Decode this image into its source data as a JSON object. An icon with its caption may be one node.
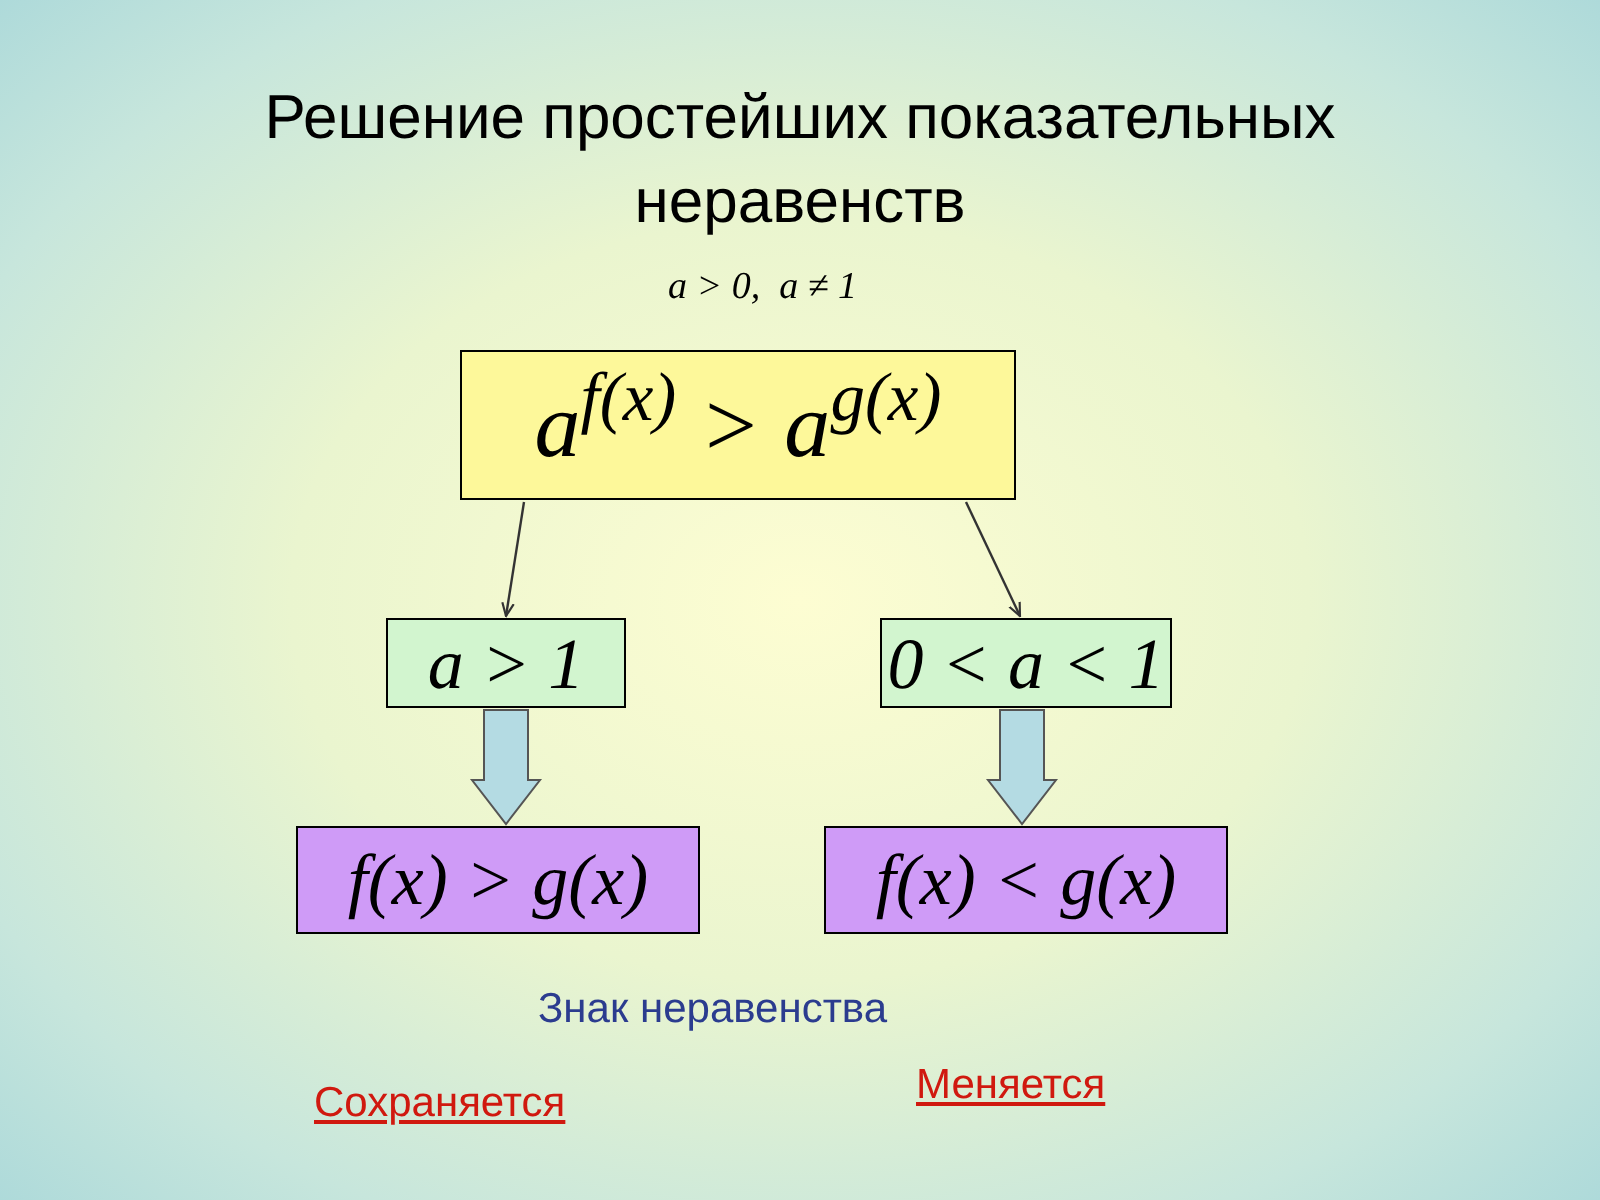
{
  "diagram": {
    "title": "Решение простейших показательных неравенств",
    "nodes": [
      {
        "text": [
          "a$^{f(x)}$ > a$^{g(x)}$"
        ]
      },
      {
        "text": [
          "a > 1"
        ]
      },
      {
        "text": [
          "0 < a < 1"
        ]
      },
      {
        "text": [
          "f(x) > g(x)"
        ]
      },
      {
        "text": [
          "f(x) < g(x)"
        ]
      }
    ],
    "edges": [
      {
        "from": 0,
        "to": 1,
        "arrow": "to"
      },
      {
        "from": 0,
        "to": 2,
        "arrow": "to"
      },
      {
        "from": 1,
        "to": 3,
        "arrow": "to",
        "style": "thick",
        "color": "#b4dbe3"
      },
      {
        "from": 2,
        "to": 4,
        "arrow": "to",
        "style": "thick",
        "color": "#b4dbe3"
      }
    ],
    "labels": [
      "a > 0,  a ≠ 1",
      "Знак неравенства",
      "Сохраняется",
      "Меняется"
    ]
  }
}
